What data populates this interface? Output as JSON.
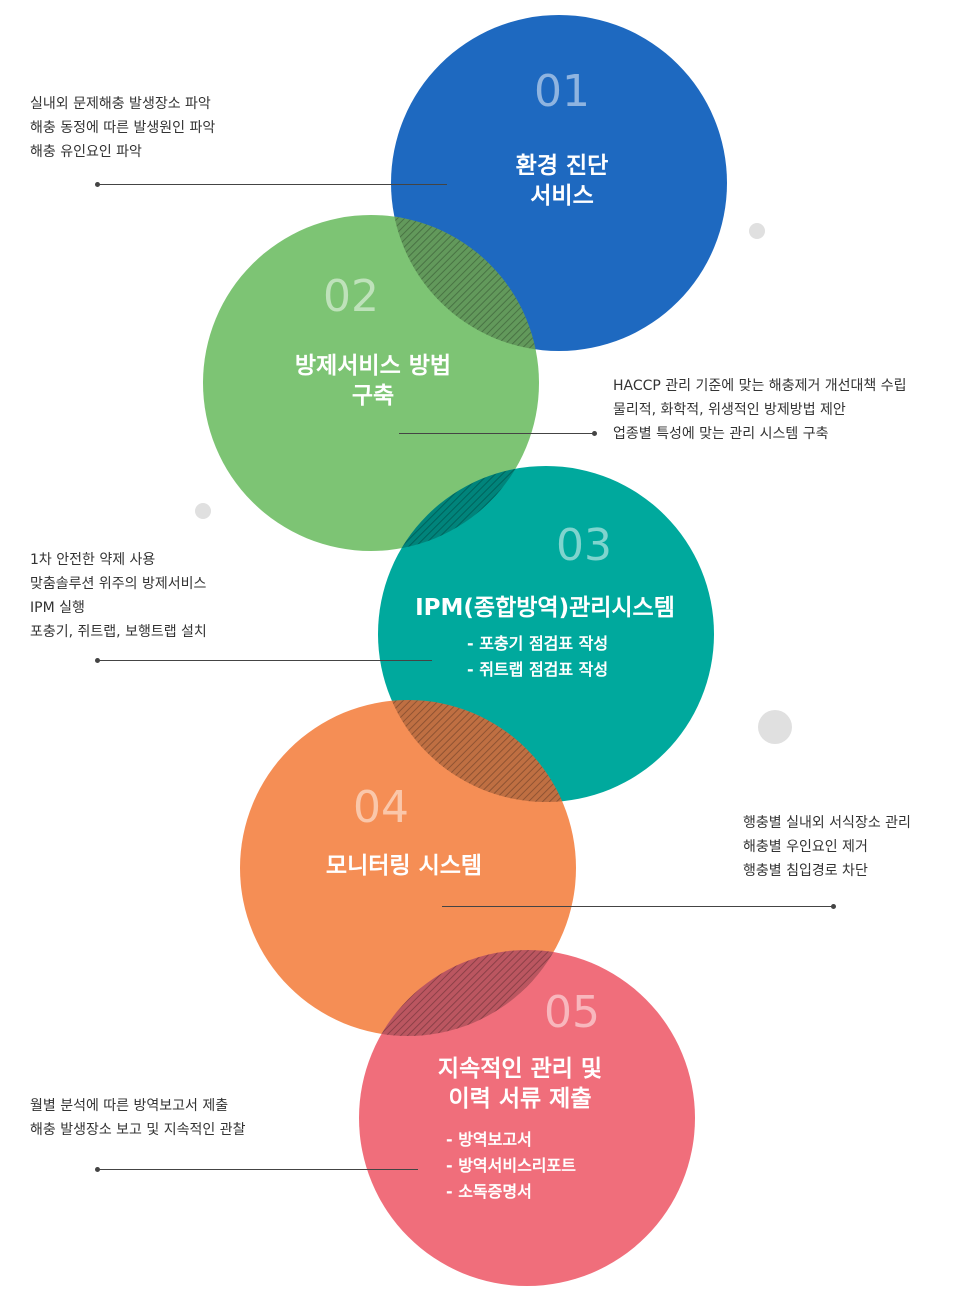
{
  "colors": {
    "c1": "#1e69c0",
    "c2": "#7dc474",
    "c3": "#00a99d",
    "c4": "#f58e55",
    "c5": "#f06e7b",
    "deco": "#e0e0e0"
  },
  "steps": [
    {
      "number": "01",
      "title": [
        "환경 진단",
        "서비스"
      ],
      "items": [],
      "description": [
        "실내외 문제해충 발생장소 파악",
        "해충 동정에 따른 발생원인 파악",
        "해충 유인요인 파악"
      ]
    },
    {
      "number": "02",
      "title": [
        "방제서비스 방법",
        "구축"
      ],
      "items": [],
      "description": [
        "HACCP 관리 기준에 맞는 해충제거 개선대책 수립",
        "물리적, 화학적, 위생적인 방제방법 제안",
        "업종별 특성에 맞는 관리 시스템 구축"
      ]
    },
    {
      "number": "03",
      "title": [
        "IPM(종합방역)관리시스템"
      ],
      "items": [
        "- 포충기 점검표 작성",
        "- 쥐트랩 점검표 작성"
      ],
      "description": [
        "1차 안전한 약제 사용",
        "맞춤솔루션 위주의 방제서비스",
        "IPM 실행",
        "포충기, 쥐트랩, 보행트랩 설치"
      ]
    },
    {
      "number": "04",
      "title": [
        "모니터링 시스템"
      ],
      "items": [],
      "description": [
        "행충별 실내외 서식장소 관리",
        "해충별 우인요인 제거",
        "행충별 침입경로 차단"
      ]
    },
    {
      "number": "05",
      "title": [
        "지속적인 관리 및",
        "이력 서류 제출"
      ],
      "items": [
        "- 방역보고서",
        "- 방역서비스리포트",
        "- 소독증명서"
      ],
      "description": [
        "월별 분석에 따른 방역보고서 제출",
        "해충 발생장소 보고 및 지속적인 관찰"
      ]
    }
  ]
}
